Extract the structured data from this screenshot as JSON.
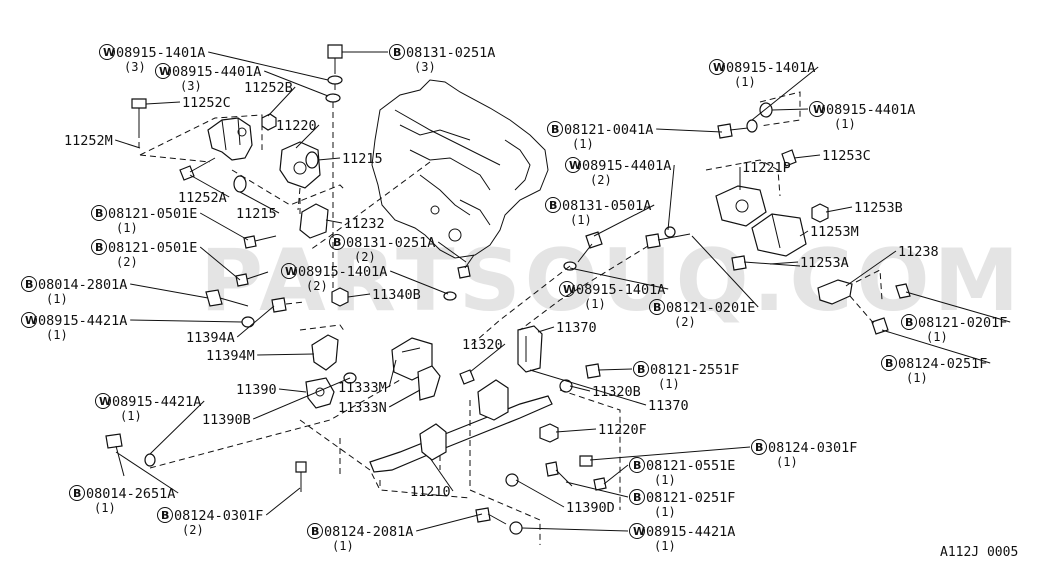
{
  "watermark": "PARTSOUQ.COM",
  "diagram_code": "A112J 0005",
  "callouts": [
    {
      "id": "c1",
      "symbol": "W",
      "part": "08915-1401A",
      "qty": "(3)"
    },
    {
      "id": "c2",
      "symbol": "W",
      "part": "08915-4401A",
      "qty": "(3)"
    },
    {
      "id": "c3",
      "symbol": "B",
      "part": "08131-0251A",
      "qty": "(3)"
    },
    {
      "id": "c4",
      "symbol": "",
      "part": "11252C",
      "qty": ""
    },
    {
      "id": "c5",
      "symbol": "",
      "part": "11252B",
      "qty": ""
    },
    {
      "id": "c6",
      "symbol": "",
      "part": "11220",
      "qty": ""
    },
    {
      "id": "c7",
      "symbol": "",
      "part": "11252M",
      "qty": ""
    },
    {
      "id": "c8",
      "symbol": "",
      "part": "11215",
      "qty": ""
    },
    {
      "id": "c9",
      "symbol": "",
      "part": "11252A",
      "qty": ""
    },
    {
      "id": "c10",
      "symbol": "",
      "part": "11215",
      "qty": ""
    },
    {
      "id": "c11",
      "symbol": "",
      "part": "11232",
      "qty": ""
    },
    {
      "id": "c12",
      "symbol": "B",
      "part": "08121-0501E",
      "qty": "(1)"
    },
    {
      "id": "c13",
      "symbol": "B",
      "part": "08121-0501E",
      "qty": "(2)"
    },
    {
      "id": "c14",
      "symbol": "B",
      "part": "08131-0251A",
      "qty": "(2)"
    },
    {
      "id": "c15",
      "symbol": "B",
      "part": "08014-2801A",
      "qty": "(1)"
    },
    {
      "id": "c16",
      "symbol": "W",
      "part": "08915-1401A",
      "qty": "(2)"
    },
    {
      "id": "c17",
      "symbol": "",
      "part": "11340B",
      "qty": ""
    },
    {
      "id": "c18",
      "symbol": "W",
      "part": "08915-4421A",
      "qty": "(1)"
    },
    {
      "id": "c19",
      "symbol": "",
      "part": "11394A",
      "qty": ""
    },
    {
      "id": "c20",
      "symbol": "",
      "part": "11394M",
      "qty": ""
    },
    {
      "id": "c21",
      "symbol": "",
      "part": "11390",
      "qty": ""
    },
    {
      "id": "c22",
      "symbol": "",
      "part": "11333M",
      "qty": ""
    },
    {
      "id": "c23",
      "symbol": "",
      "part": "11333N",
      "qty": ""
    },
    {
      "id": "c24",
      "symbol": "",
      "part": "11390B",
      "qty": ""
    },
    {
      "id": "c25",
      "symbol": "W",
      "part": "08915-4421A",
      "qty": "(1)"
    },
    {
      "id": "c26",
      "symbol": "B",
      "part": "08014-2651A",
      "qty": "(1)"
    },
    {
      "id": "c27",
      "symbol": "B",
      "part": "08124-0301F",
      "qty": "(2)"
    },
    {
      "id": "c28",
      "symbol": "",
      "part": "11210",
      "qty": ""
    },
    {
      "id": "c29",
      "symbol": "B",
      "part": "08124-2081A",
      "qty": "(1)"
    },
    {
      "id": "c30",
      "symbol": "W",
      "part": "08915-4421A",
      "qty": "(1)"
    },
    {
      "id": "c31",
      "symbol": "",
      "part": "11390D",
      "qty": ""
    },
    {
      "id": "c32",
      "symbol": "B",
      "part": "08121-0251F",
      "qty": "(1)"
    },
    {
      "id": "c33",
      "symbol": "B",
      "part": "08121-0551E",
      "qty": "(1)"
    },
    {
      "id": "c34",
      "symbol": "B",
      "part": "08124-0301F",
      "qty": "(1)"
    },
    {
      "id": "c35",
      "symbol": "",
      "part": "11220F",
      "qty": ""
    },
    {
      "id": "c36",
      "symbol": "",
      "part": "11370",
      "qty": ""
    },
    {
      "id": "c37",
      "symbol": "",
      "part": "11320B",
      "qty": ""
    },
    {
      "id": "c38",
      "symbol": "B",
      "part": "08121-2551F",
      "qty": "(1)"
    },
    {
      "id": "c39",
      "symbol": "",
      "part": "11320",
      "qty": ""
    },
    {
      "id": "c40",
      "symbol": "",
      "part": "11370",
      "qty": ""
    },
    {
      "id": "c41",
      "symbol": "W",
      "part": "08915-1401A",
      "qty": "(1)"
    },
    {
      "id": "c42",
      "symbol": "B",
      "part": "08131-0501A",
      "qty": "(1)"
    },
    {
      "id": "c43",
      "symbol": "W",
      "part": "08915-1401A",
      "qty": "(1)"
    },
    {
      "id": "c44",
      "symbol": "W",
      "part": "08915-4401A",
      "qty": "(1)"
    },
    {
      "id": "c45",
      "symbol": "B",
      "part": "08121-0041A",
      "qty": "(1)"
    },
    {
      "id": "c46",
      "symbol": "",
      "part": "11253C",
      "qty": ""
    },
    {
      "id": "c47",
      "symbol": "W",
      "part": "08915-4401A",
      "qty": "(2)"
    },
    {
      "id": "c48",
      "symbol": "",
      "part": "11221P",
      "qty": ""
    },
    {
      "id": "c49",
      "symbol": "",
      "part": "11253B",
      "qty": ""
    },
    {
      "id": "c50",
      "symbol": "",
      "part": "11253M",
      "qty": ""
    },
    {
      "id": "c51",
      "symbol": "",
      "part": "11253A",
      "qty": ""
    },
    {
      "id": "c52",
      "symbol": "",
      "part": "11238",
      "qty": ""
    },
    {
      "id": "c53",
      "symbol": "B",
      "part": "08121-0201E",
      "qty": "(2)"
    },
    {
      "id": "c54",
      "symbol": "B",
      "part": "08121-0201F",
      "qty": "(1)"
    },
    {
      "id": "c55",
      "symbol": "B",
      "part": "08124-0251F",
      "qty": "(1)"
    }
  ]
}
